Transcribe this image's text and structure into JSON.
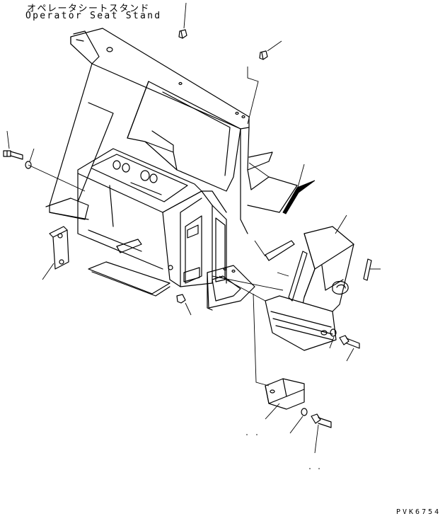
{
  "title_jp": "オペレータシートスタンド",
  "title_en": "Operator Seat Stand",
  "drawing_code": "PVK6754",
  "colors": {
    "ink": "#000000",
    "paper": "#ffffff"
  }
}
